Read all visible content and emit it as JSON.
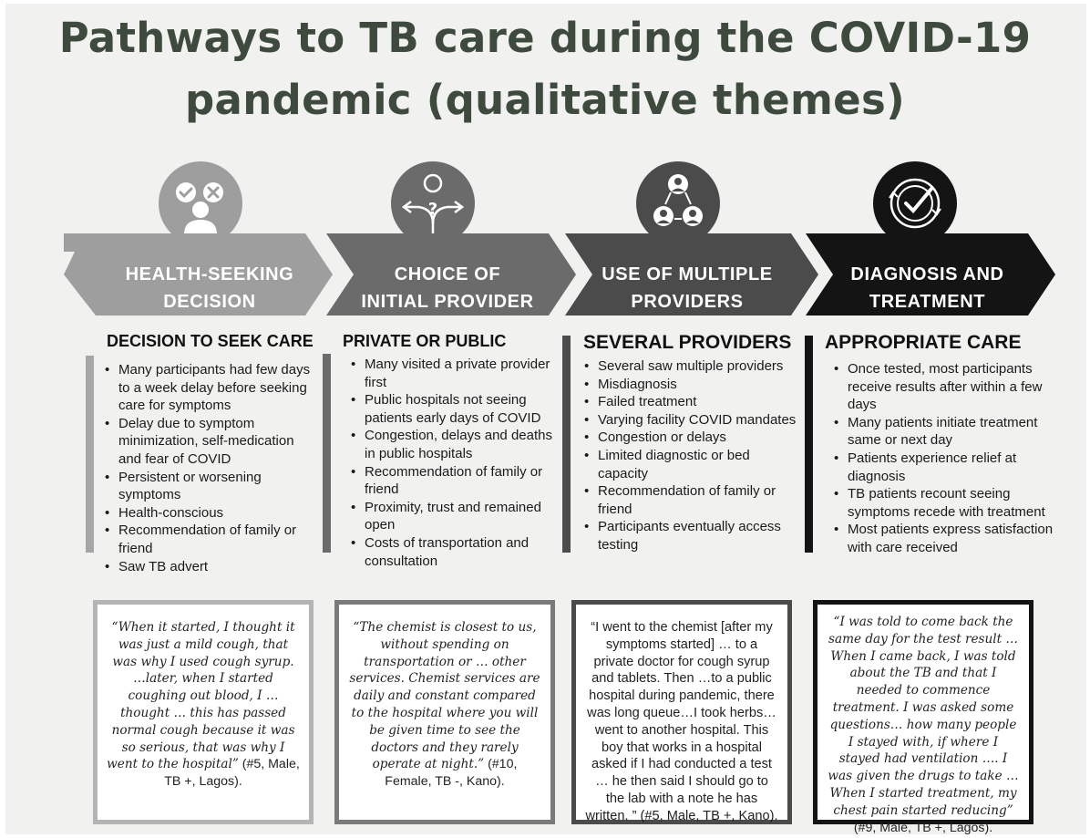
{
  "title": {
    "line1": "Pathways to TB care during the COVID-19",
    "line2": "pandemic (qualitative themes)"
  },
  "colors": {
    "background": "#f1f1ef",
    "title": "#3e4a3d",
    "stage1": "#9e9e9e",
    "stage2": "#6b6b6b",
    "stage3": "#4b4b4b",
    "stage4": "#141414"
  },
  "stages": [
    {
      "icon": "check-cross-person-icon",
      "label_line1": "HEALTH-SEEKING",
      "label_line2": "DECISION",
      "section_title": "DECISION TO SEEK CARE",
      "bullets": [
        "Many participants had few days to a week delay before seeking care for symptoms",
        "Delay due to symptom minimization, self-medication and fear of COVID",
        "Persistent or worsening symptoms",
        "Health-conscious",
        "Recommendation of family or friend",
        "Saw TB advert"
      ],
      "quote": "“When it started, I thought it was just a mild cough, that was why I used cough syrup. …later, when I started coughing out blood,  I … thought … this has passed normal cough because it was so serious, that was why I went to the hospital”",
      "citation": " (#5, Male, TB +, Lagos)."
    },
    {
      "icon": "crossroads-question-person-icon",
      "label_line1": "CHOICE OF",
      "label_line2": "INITIAL PROVIDER",
      "section_title": "PRIVATE OR PUBLIC",
      "bullets": [
        "Many visited a private provider first",
        "Public hospitals not seeing patients early days of COVID",
        "Congestion, delays and deaths in public hospitals",
        "Recommendation of family or friend",
        "Proximity, trust and remained open",
        "Costs of transportation and consultation"
      ],
      "quote": "“The chemist is closest to us, without spending on transportation or … other services. Chemist services are daily and constant compared to the hospital where you will be given time to see the doctors and they rarely operate at night.”",
      "citation": " (#10, Female, TB -, Kano)."
    },
    {
      "icon": "people-network-icon",
      "label_line1": "USE OF MULTIPLE",
      "label_line2": "PROVIDERS",
      "section_title": "SEVERAL PROVIDERS",
      "bullets": [
        "Several saw multiple providers",
        "Misdiagnosis",
        "Failed treatment",
        "Varying facility COVID mandates",
        "Congestion or delays",
        "Limited diagnostic or bed capacity",
        "Recommendation of family or friend",
        "Participants eventually access testing"
      ],
      "quote": "“I went to the chemist [after my symptoms started] … to a private doctor for cough syrup and tablets. Then …to a public hospital during pandemic, there was long queue…I took herbs… went to another hospital. This boy that works in a hospital asked if I had conducted a test … he then said I should go to the lab with a note he has written. ”",
      "citation": " (#5, Male, TB +, Kano)."
    },
    {
      "icon": "check-circle-arrows-icon",
      "label_line1": "DIAGNOSIS AND",
      "label_line2": "TREATMENT",
      "section_title": "APPROPRIATE CARE",
      "bullets": [
        "Once tested, most participants receive results after within a few days",
        "Many patients initiate treatment same or next day",
        "Patients experience relief at diagnosis",
        "TB patients recount seeing symptoms recede with treatment",
        "Most patients express satisfaction with care received"
      ],
      "quote": "“I was told to come back the same day for the test result … When I came back, I was told about the TB and that I needed to commence treatment. I was asked some questions… how many people I stayed with, if where I stayed had ventilation …. I was given the drugs to take … When I started treatment, my chest pain started reducing”",
      "citation": " (#9, Male, TB +, Lagos)."
    }
  ]
}
